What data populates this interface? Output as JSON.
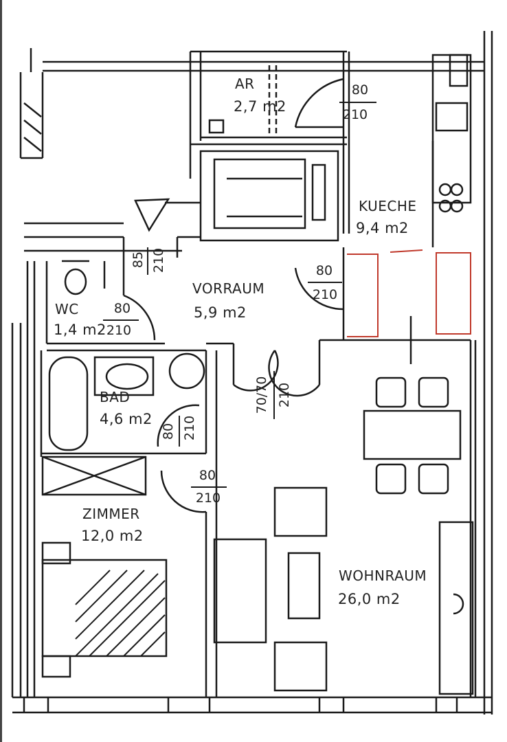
{
  "rooms": {
    "ar": {
      "name": "AR",
      "area": "2,7 m2"
    },
    "kueche": {
      "name": "KUECHE",
      "area": "9,4 m2"
    },
    "vorraum": {
      "name": "VORRAUM",
      "area": "5,9 m2"
    },
    "wc": {
      "name": "WC",
      "area": "1,4 m2"
    },
    "bad": {
      "name": "BAD",
      "area": "4,6 m2"
    },
    "zimmer": {
      "name": "ZIMMER",
      "area": "12,0 m2"
    },
    "wohnraum": {
      "name": "WOHNRAUM",
      "area": "26,0 m2"
    }
  },
  "doors": {
    "ar": {
      "width": "80",
      "height": "210"
    },
    "wc_shaft": {
      "width": "85",
      "height": "210"
    },
    "kueche": {
      "width": "80",
      "height": "210"
    },
    "wc": {
      "width": "80",
      "height": "210"
    },
    "wohnraum": {
      "width": "70/70",
      "height": "210"
    },
    "bad": {
      "width": "80",
      "height": "210"
    },
    "zimmer": {
      "width": "80",
      "height": "210"
    }
  },
  "colors": {
    "line": "#1a1a1a",
    "highlight": "#c0392b"
  }
}
